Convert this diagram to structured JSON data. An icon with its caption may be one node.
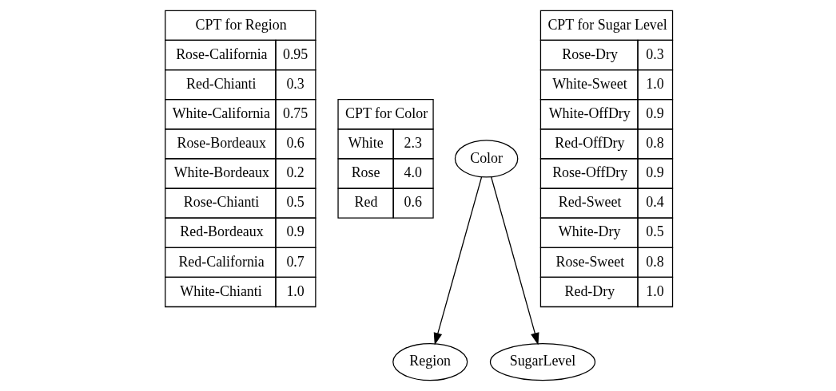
{
  "diagram": {
    "nodes": [
      {
        "text": [
          "CPT for Region",
          "Rose-California",
          "0.95",
          "Red-Chianti",
          "0.3",
          "White-California",
          "0.75",
          "Rose-Bordeaux",
          "0.6",
          "White-Bordeaux",
          "0.2",
          "Rose-Chianti",
          "0.5",
          "Red-Bordeaux",
          "0.9",
          "Red-California",
          "0.7",
          "White-Chianti",
          "1.0"
        ]
      },
      {
        "text": [
          "CPT for Color",
          "White",
          "2.3",
          "Rose",
          "4.0",
          "Red",
          "0.6"
        ]
      },
      {
        "text": [
          "CPT for Sugar Level",
          "Rose-Dry",
          "0.3",
          "White-Sweet",
          "1.0",
          "White-OffDry",
          "0.9",
          "Red-OffDry",
          "0.8",
          "Rose-OffDry",
          "0.9",
          "Red-Sweet",
          "0.4",
          "White-Dry",
          "0.5",
          "Rose-Sweet",
          "0.8",
          "Red-Dry",
          "1.0"
        ]
      },
      {
        "text": [
          "Color"
        ]
      },
      {
        "text": [
          "Region"
        ]
      },
      {
        "text": [
          "SugarLevel"
        ]
      }
    ],
    "edges": [
      {
        "from": 3,
        "to": 4,
        "arrow": "to"
      },
      {
        "from": 3,
        "to": 5,
        "arrow": "to"
      }
    ]
  }
}
